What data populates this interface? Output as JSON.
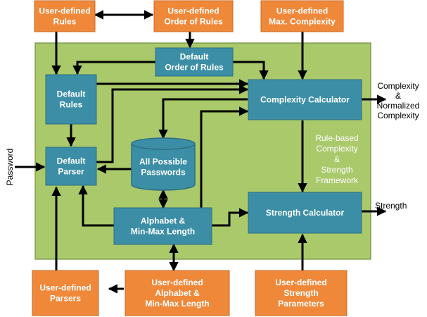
{
  "colors": {
    "orange": "#f0883a",
    "orange_border": "#c96a24",
    "blue": "#3b8ea5",
    "blue_border": "#2f6f83",
    "green": "#a9c96b",
    "green_border": "#6f8f3e",
    "arrow": "#000000"
  },
  "nodes": {
    "user_rules": [
      "User-defined",
      "Rules"
    ],
    "user_order": [
      "User-defined",
      "Order of Rules"
    ],
    "user_max_complexity": [
      "User-defined",
      "Max. Complexity"
    ],
    "default_order": [
      "Default",
      "Order of Rules"
    ],
    "default_rules": [
      "Default",
      "Rules"
    ],
    "complexity_calculator": [
      "Complexity Calculator"
    ],
    "default_parser": [
      "Default",
      "Parser"
    ],
    "all_passwords": [
      "All Possible",
      "Passwords"
    ],
    "alphabet_length": [
      "Alphabet &",
      "Min-Max Length"
    ],
    "strength_calculator": [
      "Strength Calculator"
    ],
    "user_parsers": [
      "User-defined",
      "Parsers"
    ],
    "user_alphabet": [
      "User-defined",
      "Alphabet &",
      "Min-Max Length"
    ],
    "user_strength_params": [
      "User-defined",
      "Strength",
      "Parameters"
    ]
  },
  "labels": {
    "framework": [
      "Rule-based",
      "Complexity",
      "&",
      "Strength",
      "Framework"
    ],
    "complexity_output": [
      "Complexity",
      "&",
      "Normalized",
      "Complexity"
    ],
    "strength_output": "Strength",
    "password_input": "Password"
  }
}
